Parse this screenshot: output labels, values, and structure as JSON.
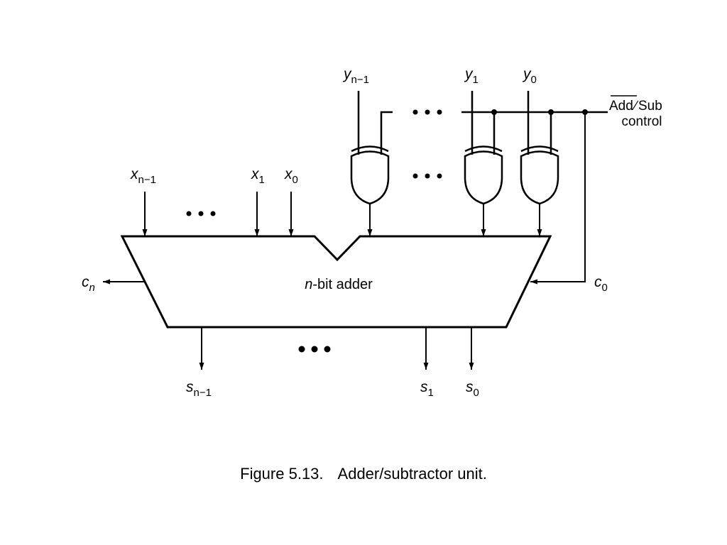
{
  "labels": {
    "y_high": {
      "var": "y",
      "sub": "n−1"
    },
    "y_1": {
      "var": "y",
      "sub": "1"
    },
    "y_0": {
      "var": "y",
      "sub": "0"
    },
    "x_high": {
      "var": "x",
      "sub": "n−1"
    },
    "x_1": {
      "var": "x",
      "sub": "1"
    },
    "x_0": {
      "var": "x",
      "sub": "0"
    },
    "c_n": {
      "var": "c",
      "sub": "n"
    },
    "c_0": {
      "var": "c",
      "sub": "0"
    },
    "s_high": {
      "var": "s",
      "sub": "n−1"
    },
    "s_1": {
      "var": "s",
      "sub": "1"
    },
    "s_0": {
      "var": "s",
      "sub": "0"
    }
  },
  "control": {
    "add": "Add",
    "slash": "∕",
    "sub": "Sub",
    "line2": "control"
  },
  "adder": {
    "n": "n",
    "text": "-bit adder"
  },
  "caption": {
    "figure": "Figure 5.13.",
    "title": "Adder/subtractor unit."
  }
}
